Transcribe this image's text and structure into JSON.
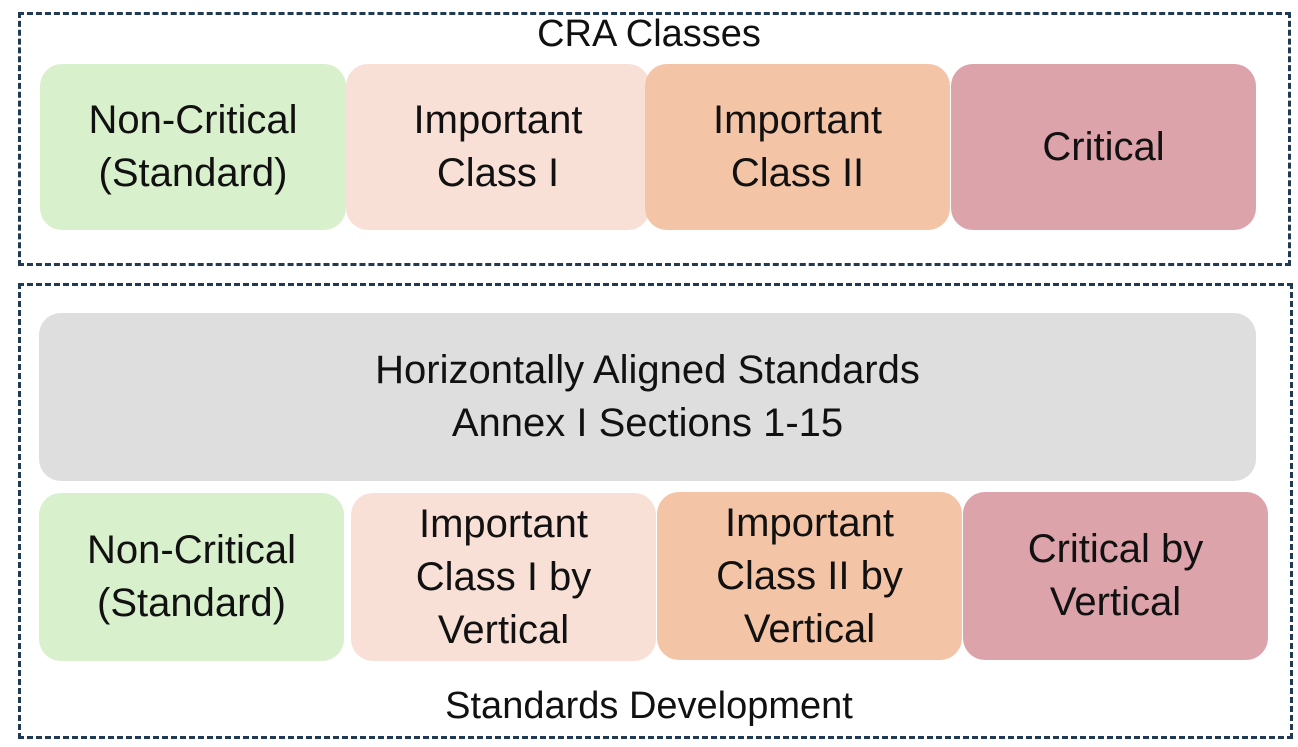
{
  "cra_classes": {
    "title": "CRA Classes",
    "items": [
      {
        "label": "Non-Critical\n(Standard)",
        "color": "#d9f0cd"
      },
      {
        "label": "Important\nClass I",
        "color": "#f9e0d6"
      },
      {
        "label": "Important\nClass II",
        "color": "#f4c4a6"
      },
      {
        "label": "Critical",
        "color": "#dca3aa"
      }
    ]
  },
  "standards_development": {
    "title": "Standards Development",
    "horizontal": {
      "label": "Horizontally Aligned Standards\nAnnex I Sections 1-15",
      "color": "#dedede"
    },
    "vertical": [
      {
        "label": "Non-Critical\n(Standard)",
        "color": "#d9f0cd"
      },
      {
        "label": "Important\nClass I by\nVertical",
        "color": "#f9e0d6"
      },
      {
        "label": "Important\nClass II by\nVertical",
        "color": "#f4c4a6"
      },
      {
        "label": "Critical by\nVertical",
        "color": "#dca3aa"
      }
    ]
  },
  "colors": {
    "frame_border": "#1f3a52"
  }
}
